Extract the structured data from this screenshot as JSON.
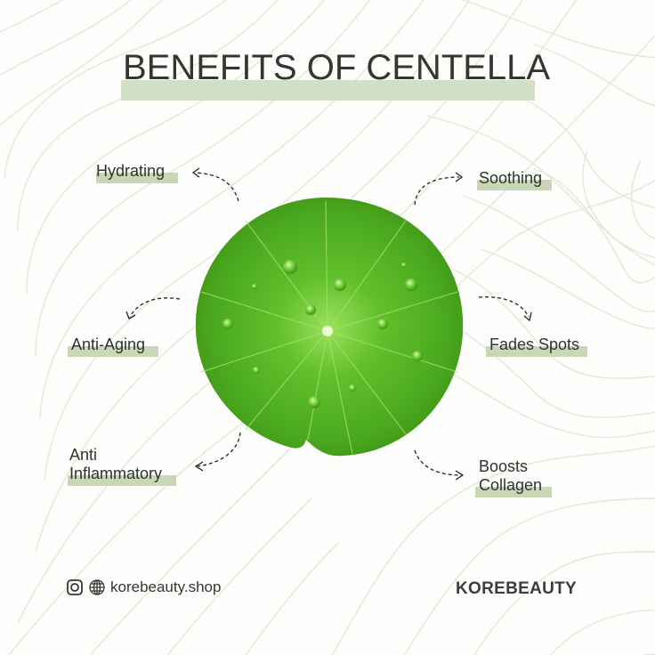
{
  "header": {
    "title": "BENEFITS OF CENTELLA"
  },
  "benefits": [
    {
      "label": "Hydrating",
      "side": "left"
    },
    {
      "label": "Soothing",
      "side": "right"
    },
    {
      "label": "Anti-Aging",
      "side": "left"
    },
    {
      "label": "Fades Spots",
      "side": "right"
    },
    {
      "label_line1": "Anti",
      "label_line2": "Inflammatory",
      "side": "left"
    },
    {
      "label_line1": "Boosts",
      "label_line2": "Collagen",
      "side": "right"
    }
  ],
  "center_image": {
    "subject": "centella-leaf",
    "icon": "leaf-icon"
  },
  "footer": {
    "icons": [
      "instagram-icon",
      "globe-icon"
    ],
    "website": "korebeauty.shop",
    "brand": "KOREBEAUTY"
  },
  "colors": {
    "background": "#fefefc",
    "text": "#333631",
    "highlight": "#c9d7b7",
    "contour_lines": "#e6e6dc",
    "leaf_green": "#5cb82a"
  }
}
